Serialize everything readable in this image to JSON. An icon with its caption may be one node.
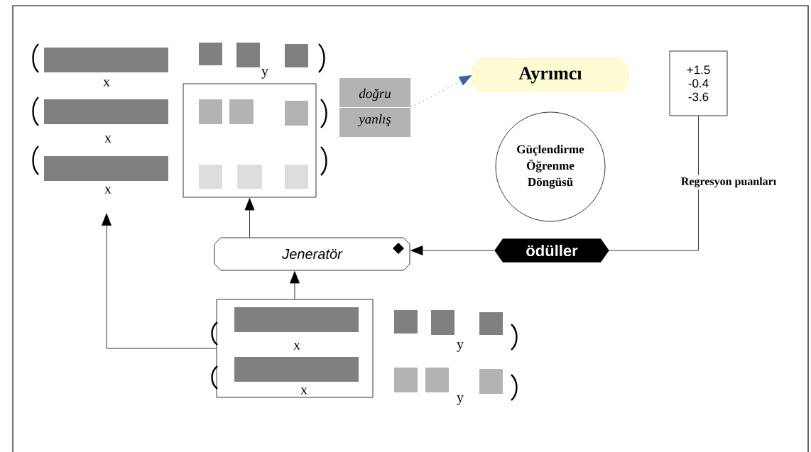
{
  "diagram": {
    "nodes": [
      {
        "text": [],
        "shape": "box"
      },
      {
        "text": [
          "*doğru*",
          "*yanlış*"
        ]
      },
      {
        "text": [
          "Ayrımcı"
        ]
      },
      {
        "text": [
          "Güçlendirme Öğrenme Döngüsü"
        ]
      },
      {
        "text": [
          "+1.5 -0.4 -3.6"
        ]
      },
      {
        "text": [
          "Jeneratör"
        ]
      },
      {
        "text": [
          "ödüller"
        ]
      },
      {
        "text": [],
        "shape": "box"
      }
    ],
    "edges": [
      {
        "from": 1,
        "to": 2,
        "arrow": "to",
        "style": "dashed",
        "color": "#3465a4"
      },
      {
        "from": 5,
        "to": 0,
        "arrow": "to"
      },
      {
        "from": 7,
        "to": 5,
        "arrow": "to"
      },
      {
        "from": 7,
        "to": null,
        "arrow": "to"
      },
      {
        "from": 6,
        "to": 5,
        "arrow": "to"
      },
      {
        "from": 4,
        "to": 6,
        "arrow": "none",
        "label": "Regresyon puanları"
      }
    ],
    "labels": [
      "x",
      "y",
      "x",
      "x",
      "x",
      "y",
      "x",
      "y"
    ]
  }
}
